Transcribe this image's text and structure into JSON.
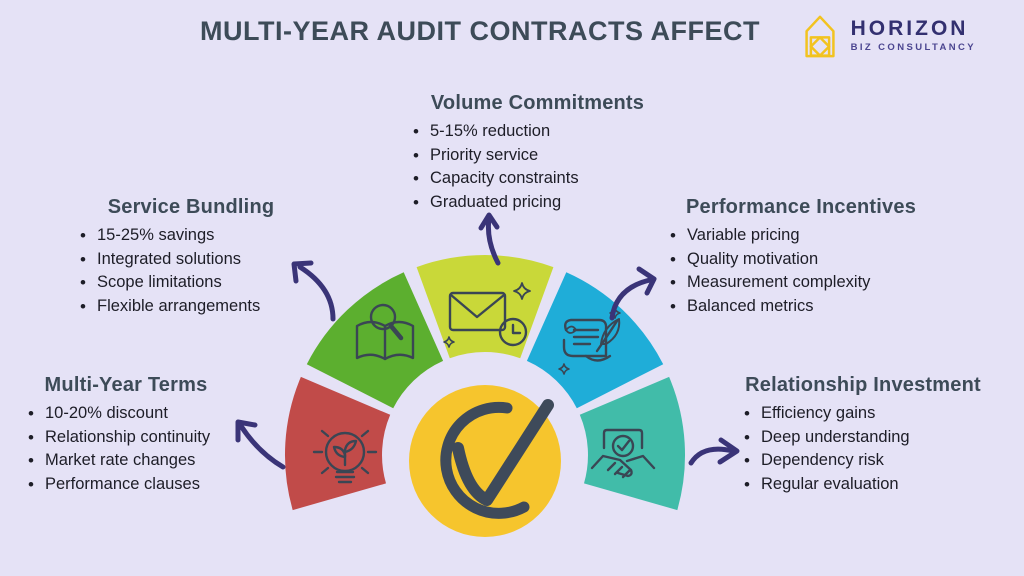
{
  "title": "MULTI-YEAR AUDIT CONTRACTS AFFECT",
  "logo": {
    "name": "HORIZON",
    "subtitle": "BIZ CONSULTANCY"
  },
  "sections": [
    {
      "title": "Volume Commitments",
      "items": [
        "5-15% reduction",
        "Priority service",
        "Capacity constraints",
        "Graduated pricing"
      ]
    },
    {
      "title": "Service Bundling",
      "items": [
        "15-25% savings",
        "Integrated solutions",
        "Scope limitations",
        "Flexible arrangements"
      ]
    },
    {
      "title": "Performance Incentives",
      "items": [
        "Variable pricing",
        "Quality motivation",
        "Measurement complexity",
        "Balanced metrics"
      ]
    },
    {
      "title": "Multi-Year Terms",
      "items": [
        "10-20% discount",
        "Relationship continuity",
        "Market rate changes",
        "Performance clauses"
      ]
    },
    {
      "title": "Relationship Investment",
      "items": [
        "Efficiency gains",
        "Deep understanding",
        "Dependency risk",
        "Regular evaluation"
      ]
    }
  ],
  "diagram": {
    "segments": [
      {
        "name": "multi-year-terms",
        "icon": "lightbulb-plant-icon",
        "color": "#C14B49"
      },
      {
        "name": "service-bundling",
        "icon": "book-magnifier-icon",
        "color": "#5CAF2F"
      },
      {
        "name": "volume-commitments",
        "icon": "envelope-clock-icon",
        "color": "#C9D839"
      },
      {
        "name": "performance-incentives",
        "icon": "scroll-quill-icon",
        "color": "#1FADD8"
      },
      {
        "name": "relationship-investment",
        "icon": "handshake-certificate-icon",
        "color": "#41BCA9"
      }
    ],
    "center": {
      "icon": "checkmark-icon",
      "color": "#F6C52D"
    }
  },
  "colors": {
    "background": "#E5E2F6",
    "heading": "#3D4B58",
    "body_text": "#1D1D27",
    "arrow": "#3A3478",
    "icon_stroke": "#3A4654",
    "check_stroke": "#3E4A5A",
    "logo_navy": "#333070",
    "logo_purple": "#4B4590",
    "logo_yellow": "#F2C31F"
  }
}
